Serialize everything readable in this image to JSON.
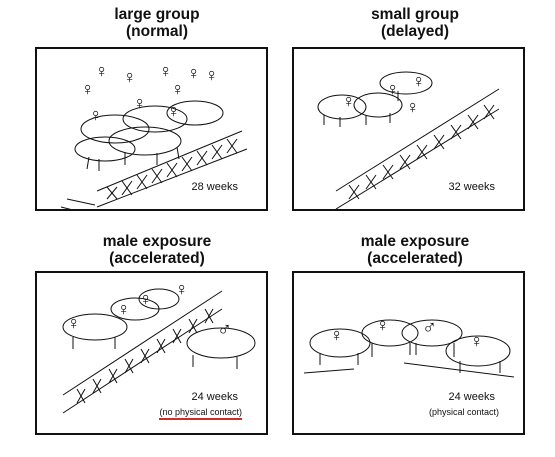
{
  "panels": [
    {
      "title_line1": "large group",
      "title_line2": "(normal)",
      "weeks": "28 weeks",
      "note": ""
    },
    {
      "title_line1": "small group",
      "title_line2": "(delayed)",
      "weeks": "32 weeks",
      "note": ""
    },
    {
      "title_line1": "male exposure",
      "title_line2": "(accelerated)",
      "weeks": "24 weeks",
      "note": "(no physical contact)"
    },
    {
      "title_line1": "male exposure",
      "title_line2": "(accelerated)",
      "weeks": "24 weeks",
      "note": "(physical contact)"
    }
  ],
  "symbols": {
    "female": "♀",
    "male": "♂"
  },
  "colors": {
    "line": "#111111",
    "note_underline": "#d62b2b"
  }
}
